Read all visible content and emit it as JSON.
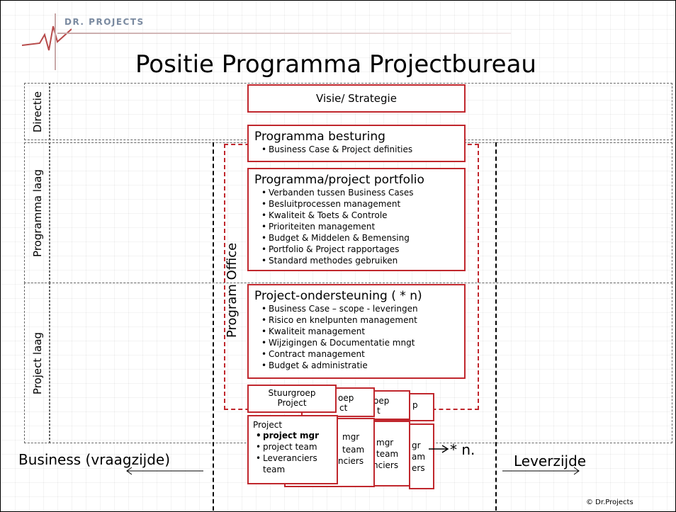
{
  "header": {
    "logo_text": "DR. PROJECTS",
    "title": "Positie Programma Projectbureau"
  },
  "layers": {
    "directie": "Directie",
    "programma": "Programma laag",
    "project": "Project  laag"
  },
  "program_office_label": "Program Office",
  "vision_box": {
    "title": "Visie/ Strategie"
  },
  "steering_box": {
    "title": "Programma besturing",
    "items": [
      "Business Case & Project definities"
    ]
  },
  "portfolio_box": {
    "title": "Programma/project portfolio",
    "items": [
      "Verbanden tussen Business Cases",
      "Besluitprocessen management",
      "Kwaliteit & Toets & Controle",
      "Prioriteiten management",
      "Budget & Middelen & Bemensing",
      "Portfolio & Project rapportages",
      "Standard methodes gebruiken"
    ]
  },
  "support_box": {
    "title": "Project-ondersteuning ( * n)",
    "items": [
      "Business Case – scope - leveringen",
      "Risico en knelpunten management",
      "Kwaliteit management",
      "Wijzigingen & Documentatie mngt",
      "Contract management",
      "Budget & administratie"
    ]
  },
  "stuurgroep": {
    "line1": "Stuurgroep",
    "line2": "Project",
    "stack": [
      "oep",
      "ct",
      "oep",
      "t",
      "p"
    ]
  },
  "project_card": {
    "title": "Project",
    "items": [
      "project mgr",
      "project team",
      "Leveranciers team"
    ],
    "stack": {
      "a1": "mgr",
      "a2": "team",
      "a3": "nciers",
      "b1": "mgr",
      "b2": "team",
      "b3": "nciers",
      "c1": "gr",
      "c2": "am",
      "c3": "ers"
    }
  },
  "multiplier": "* n.",
  "business_label": "Business (vraagzijde)",
  "supplier_label": "Leverzijde",
  "copyright": "© Dr.Projects",
  "colors": {
    "accent_red": "#c0272d"
  }
}
